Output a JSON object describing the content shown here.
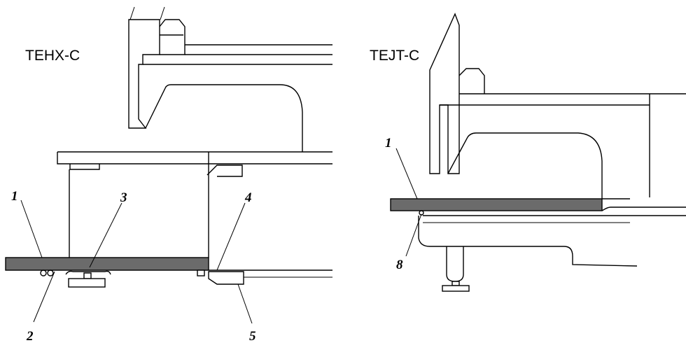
{
  "left_panel": {
    "model_name": "TEHX-C",
    "callouts": [
      "1",
      "2",
      "3",
      "4",
      "5"
    ]
  },
  "right_panel": {
    "model_name": "TEJT-C",
    "callouts": [
      "1",
      "8"
    ]
  },
  "colors": {
    "line": "#000000",
    "table_plate": "#6b6b6b",
    "background": "#ffffff"
  }
}
